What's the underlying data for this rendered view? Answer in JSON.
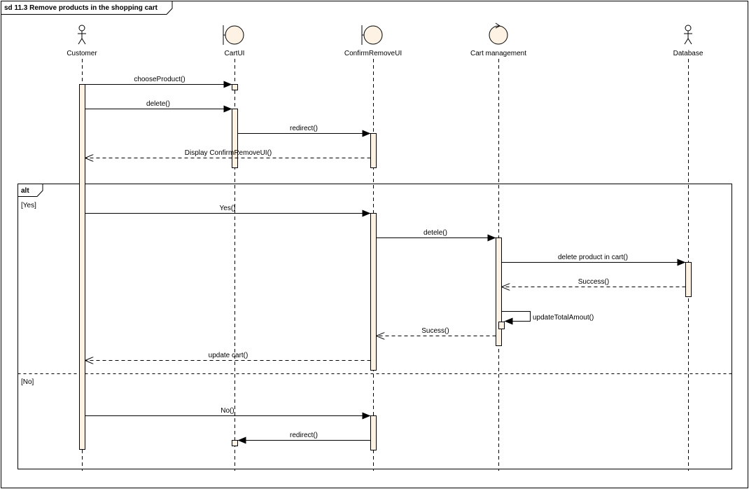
{
  "diagram": {
    "frame_title": "sd 11.3 Remove products in the shopping cart",
    "participants": [
      {
        "id": "customer",
        "name": "Customer",
        "kind": "actor"
      },
      {
        "id": "cartui",
        "name": "CartUI",
        "kind": "boundary"
      },
      {
        "id": "confirmremoveui",
        "name": "ConfirmRemoveUI",
        "kind": "boundary"
      },
      {
        "id": "cartmanagement",
        "name": "Cart management",
        "kind": "control"
      },
      {
        "id": "database",
        "name": "Database",
        "kind": "actor"
      }
    ],
    "messages": [
      {
        "label": "chooseProduct()",
        "from": "Customer",
        "to": "CartUI",
        "style": "sync"
      },
      {
        "label": "delete()",
        "from": "Customer",
        "to": "CartUI",
        "style": "sync"
      },
      {
        "label": "redirect()",
        "from": "CartUI",
        "to": "ConfirmRemoveUI",
        "style": "sync"
      },
      {
        "label": "Display ConfirmRemoveUI()",
        "from": "ConfirmRemoveUI",
        "to": "Customer",
        "style": "return"
      },
      {
        "label": "Yes()",
        "from": "Customer",
        "to": "ConfirmRemoveUI",
        "style": "sync"
      },
      {
        "label": "detele()",
        "from": "ConfirmRemoveUI",
        "to": "Cart management",
        "style": "sync"
      },
      {
        "label": "delete product in cart()",
        "from": "Cart management",
        "to": "Database",
        "style": "sync"
      },
      {
        "label": "Success()",
        "from": "Database",
        "to": "Cart management",
        "style": "return"
      },
      {
        "label": "updateTotalAmout()",
        "from": "Cart management",
        "to": "Cart management",
        "style": "self"
      },
      {
        "label": "Sucess()",
        "from": "Cart management",
        "to": "ConfirmRemoveUI",
        "style": "return"
      },
      {
        "label": "update cart()",
        "from": "ConfirmRemoveUI",
        "to": "Customer",
        "style": "return"
      },
      {
        "label": "No()",
        "from": "Customer",
        "to": "ConfirmRemoveUI",
        "style": "sync"
      },
      {
        "label": "redirect()",
        "from": "ConfirmRemoveUI",
        "to": "CartUI",
        "style": "sync"
      }
    ],
    "fragment": {
      "operator": "alt",
      "guards": [
        "[Yes]",
        "[No]"
      ]
    }
  }
}
